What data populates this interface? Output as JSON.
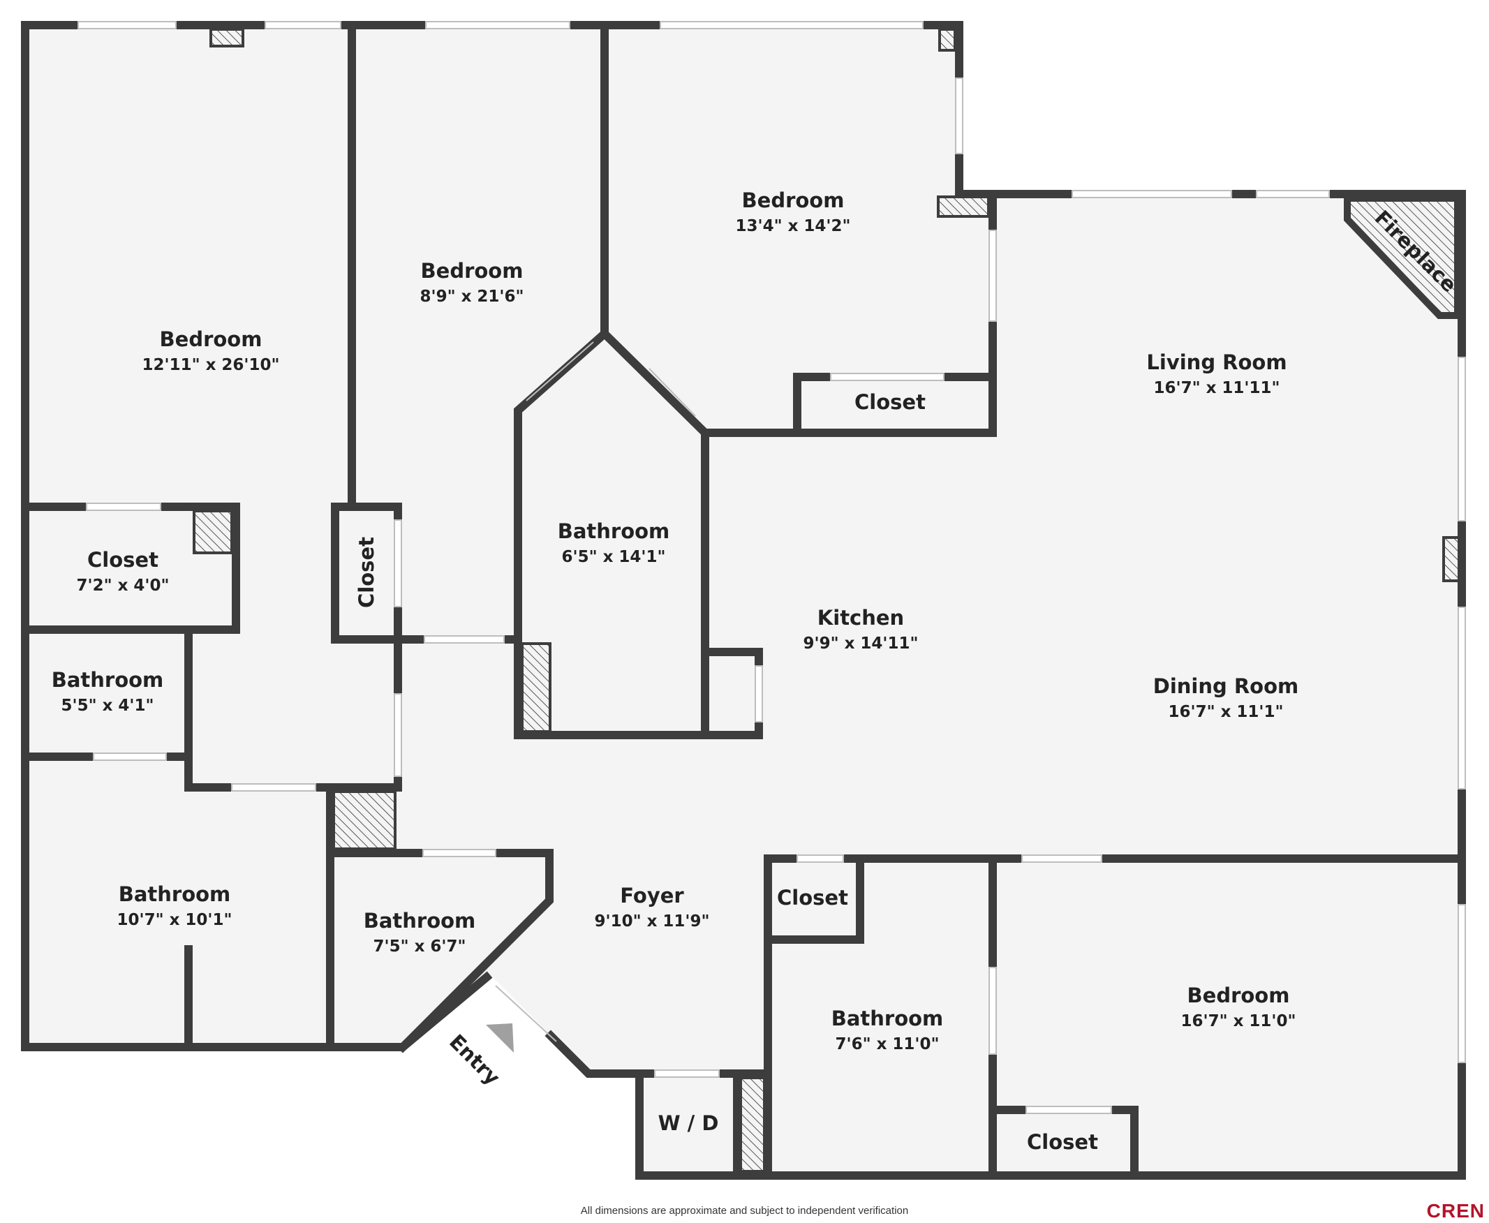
{
  "rooms": {
    "bedroom_1": {
      "name": "Bedroom",
      "dims": "12'11\" x 26'10\""
    },
    "bedroom_2": {
      "name": "Bedroom",
      "dims": "8'9\" x 21'6\""
    },
    "bedroom_3": {
      "name": "Bedroom",
      "dims": "13'4\" x 14'2\""
    },
    "bedroom_4": {
      "name": "Bedroom",
      "dims": "16'7\" x 11'0\""
    },
    "closet_1": {
      "name": "Closet",
      "dims": "7'2\" x 4'0\""
    },
    "closet_2": {
      "name": "Closet"
    },
    "closet_3": {
      "name": "Closet"
    },
    "closet_4": {
      "name": "Closet"
    },
    "closet_5": {
      "name": "Closet"
    },
    "bathroom_1": {
      "name": "Bathroom",
      "dims": "5'5\" x 4'1\""
    },
    "bathroom_2": {
      "name": "Bathroom",
      "dims": "10'7\" x 10'1\""
    },
    "bathroom_3": {
      "name": "Bathroom",
      "dims": "7'5\" x 6'7\""
    },
    "bathroom_4": {
      "name": "Bathroom",
      "dims": "6'5\" x 14'1\""
    },
    "bathroom_5": {
      "name": "Bathroom",
      "dims": "7'6\" x 11'0\""
    },
    "kitchen": {
      "name": "Kitchen",
      "dims": "9'9\" x 14'11\""
    },
    "living_room": {
      "name": "Living Room",
      "dims": "16'7\" x 11'11\""
    },
    "dining_room": {
      "name": "Dining Room",
      "dims": "16'7\" x 11'1\""
    },
    "foyer": {
      "name": "Foyer",
      "dims": "9'10\" x 11'9\""
    },
    "wd": {
      "name": "W / D"
    }
  },
  "labels": {
    "fireplace": "Fireplace",
    "entry": "Entry"
  },
  "footer": {
    "disclaimer": "All dimensions are approximate and subject to independent verification",
    "logo": "CREN"
  },
  "colors": {
    "floor": "#f4f4f4",
    "wall": "#3d3d3d",
    "logo": "#b3142b",
    "entry_arrow": "#a0a0a0"
  }
}
